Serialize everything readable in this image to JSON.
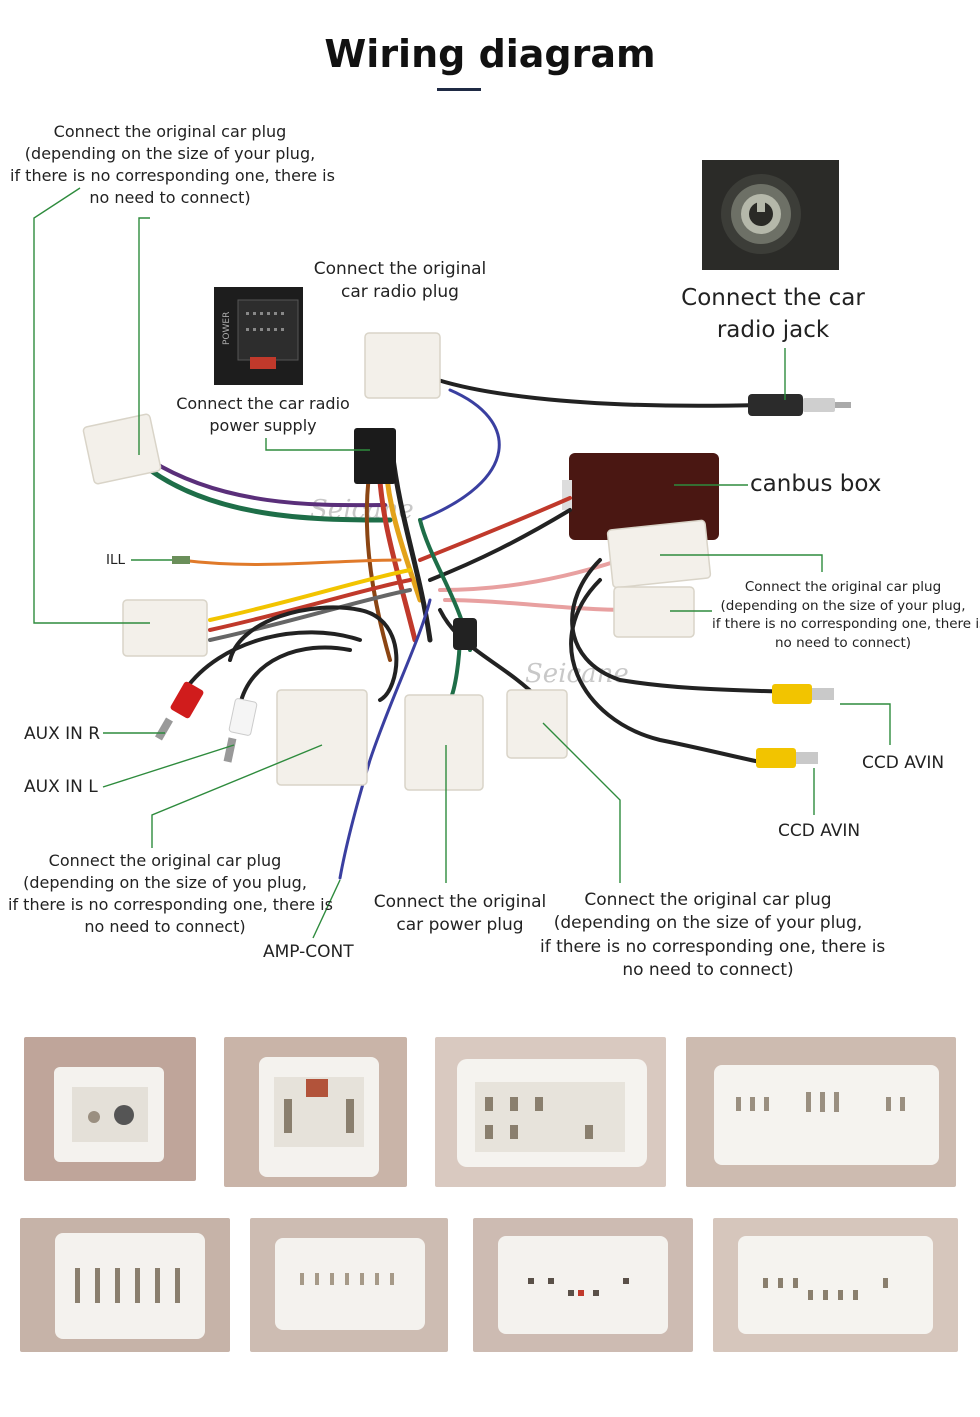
{
  "title": "Wiring diagram",
  "watermark": "Seicane",
  "labels": {
    "top_left_plug": [
      "Connect the original car plug",
      "(depending on the size of your plug,",
      "if there is no corresponding one, there is",
      "no need to connect)"
    ],
    "radio_plug": [
      "Connect the original",
      "car radio plug"
    ],
    "radio_jack": [
      "Connect the car",
      "radio jack"
    ],
    "power_supply": [
      "Connect the car radio",
      "power supply"
    ],
    "canbus": "canbus box",
    "ill": "ILL",
    "right_plug": [
      "Connect the original car plug",
      "(depending on the size of your plug,",
      "if there is no corresponding one, there is",
      "no need to connect)"
    ],
    "aux_r": "AUX IN R",
    "aux_l": "AUX IN L",
    "ccd_avin_1": "CCD AVIN",
    "ccd_avin_2": "CCD AVIN",
    "bottom_left_plug": [
      "Connect the original car plug",
      "(depending on the size of you plug,",
      "if there is no corresponding one, there is",
      "no need to connect)"
    ],
    "amp_cont": "AMP-CONT",
    "car_power_plug": [
      "Connect the original",
      "car power plug"
    ],
    "bottom_right_plug": [
      "Connect the original car plug",
      "(depending on the size of your plug,",
      "if there is no corresponding one, there is",
      "no need to connect)"
    ]
  },
  "power_panel_text": "POWER",
  "colors": {
    "leader_line": "#2e8b3d",
    "title_bar": "#1f2a44",
    "canbus_box": "#4a1712",
    "connector": "#f3f0ea",
    "aux_red": "#d01c1c",
    "ccd_yellow": "#f2c400"
  },
  "photos": [
    "connector-photo-1",
    "connector-photo-2",
    "connector-photo-3",
    "connector-photo-4",
    "connector-photo-5",
    "connector-photo-6",
    "connector-photo-7",
    "connector-photo-8"
  ]
}
